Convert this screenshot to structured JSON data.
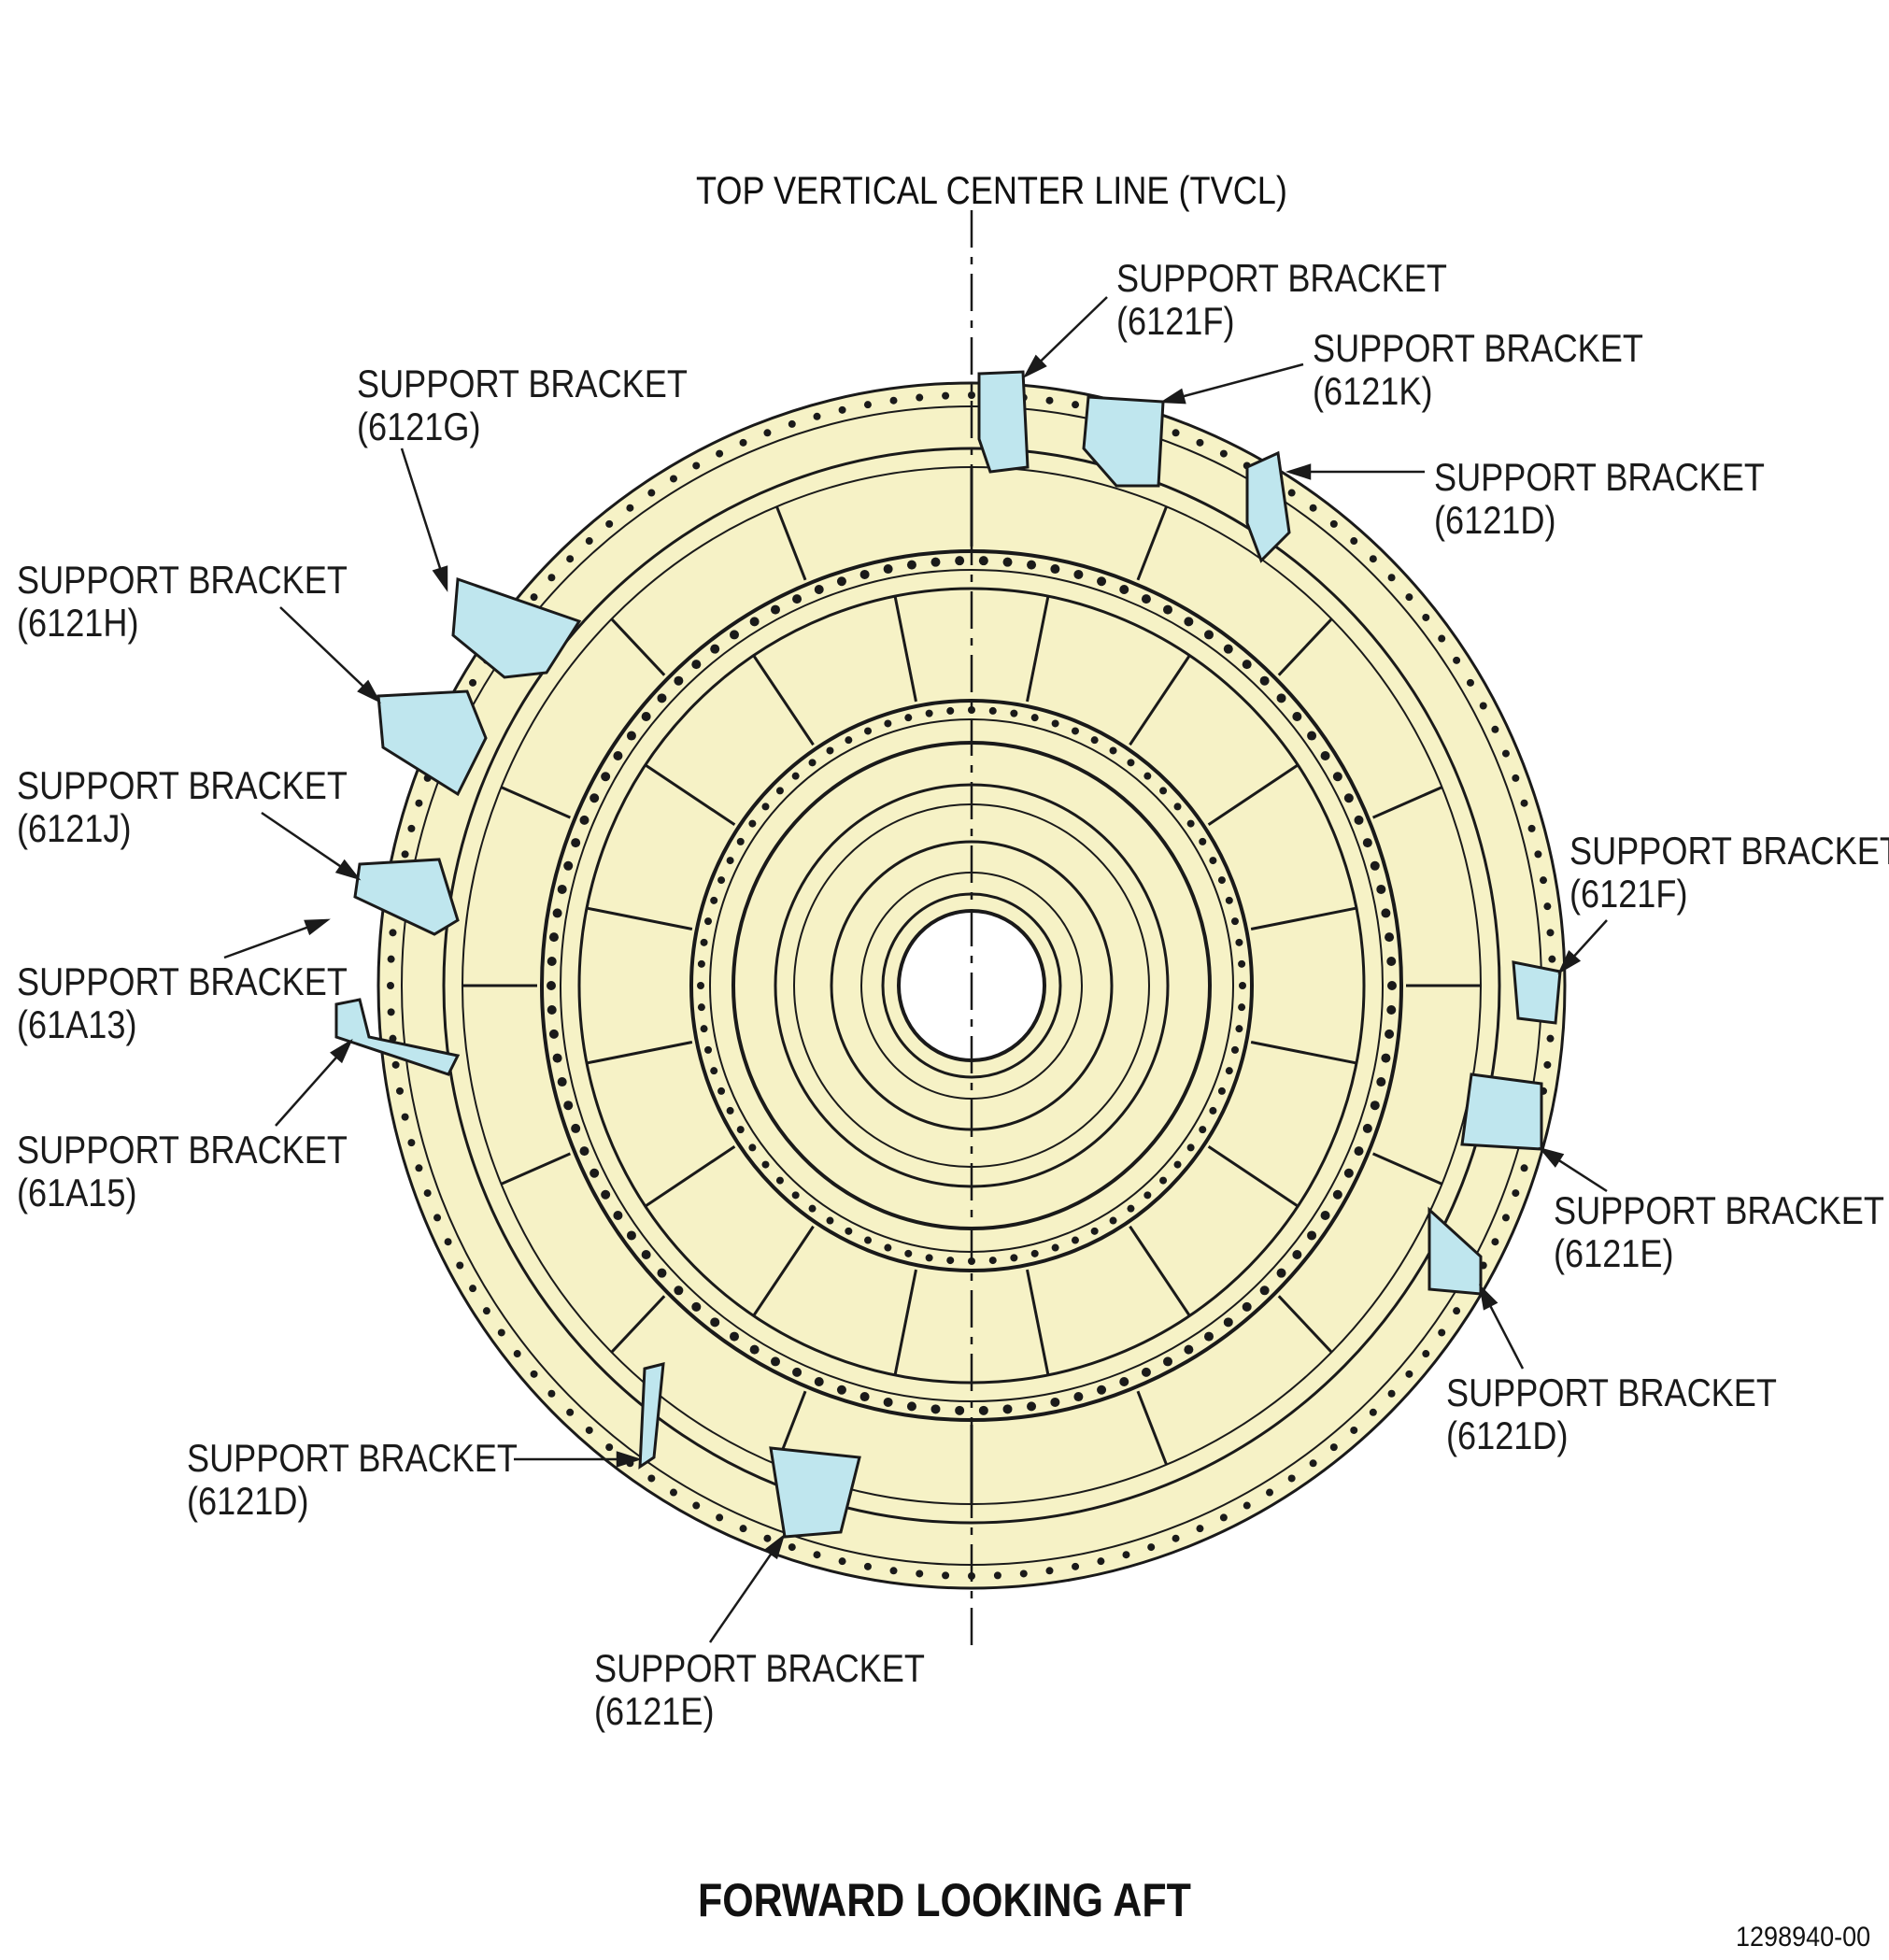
{
  "centerline": {
    "label": "TOP VERTICAL CENTER LINE (TVCL)"
  },
  "callouts": [
    {
      "id": "6121F-top",
      "title": "SUPPORT BRACKET",
      "part": "(6121F)"
    },
    {
      "id": "6121K",
      "title": "SUPPORT BRACKET",
      "part": "(6121K)"
    },
    {
      "id": "6121D-upper",
      "title": "SUPPORT BRACKET",
      "part": "(6121D)"
    },
    {
      "id": "6121G",
      "title": "SUPPORT BRACKET",
      "part": "(6121G)"
    },
    {
      "id": "6121H",
      "title": "SUPPORT BRACKET",
      "part": "(6121H)"
    },
    {
      "id": "6121J",
      "title": "SUPPORT BRACKET",
      "part": "(6121J)"
    },
    {
      "id": "61A13",
      "title": "SUPPORT BRACKET",
      "part": "(61A13)"
    },
    {
      "id": "61A15",
      "title": "SUPPORT BRACKET",
      "part": "(61A15)"
    },
    {
      "id": "6121F-right",
      "title": "SUPPORT BRACKET",
      "part": "(6121F)"
    },
    {
      "id": "6121E-right",
      "title": "SUPPORT BRACKET",
      "part": "(6121E)"
    },
    {
      "id": "6121D-lower-right",
      "title": "SUPPORT BRACKET",
      "part": "(6121D)"
    },
    {
      "id": "6121D-lower-left",
      "title": "SUPPORT BRACKET",
      "part": "(6121D)"
    },
    {
      "id": "6121E-bottom",
      "title": "SUPPORT BRACKET",
      "part": "(6121E)"
    }
  ],
  "view_title": "FORWARD LOOKING AFT",
  "figure_id": "1298940-00",
  "colors": {
    "case_fill": "#f6f2c6",
    "bracket_fill": "#bfe6ee",
    "line": "#1a1a1a"
  }
}
